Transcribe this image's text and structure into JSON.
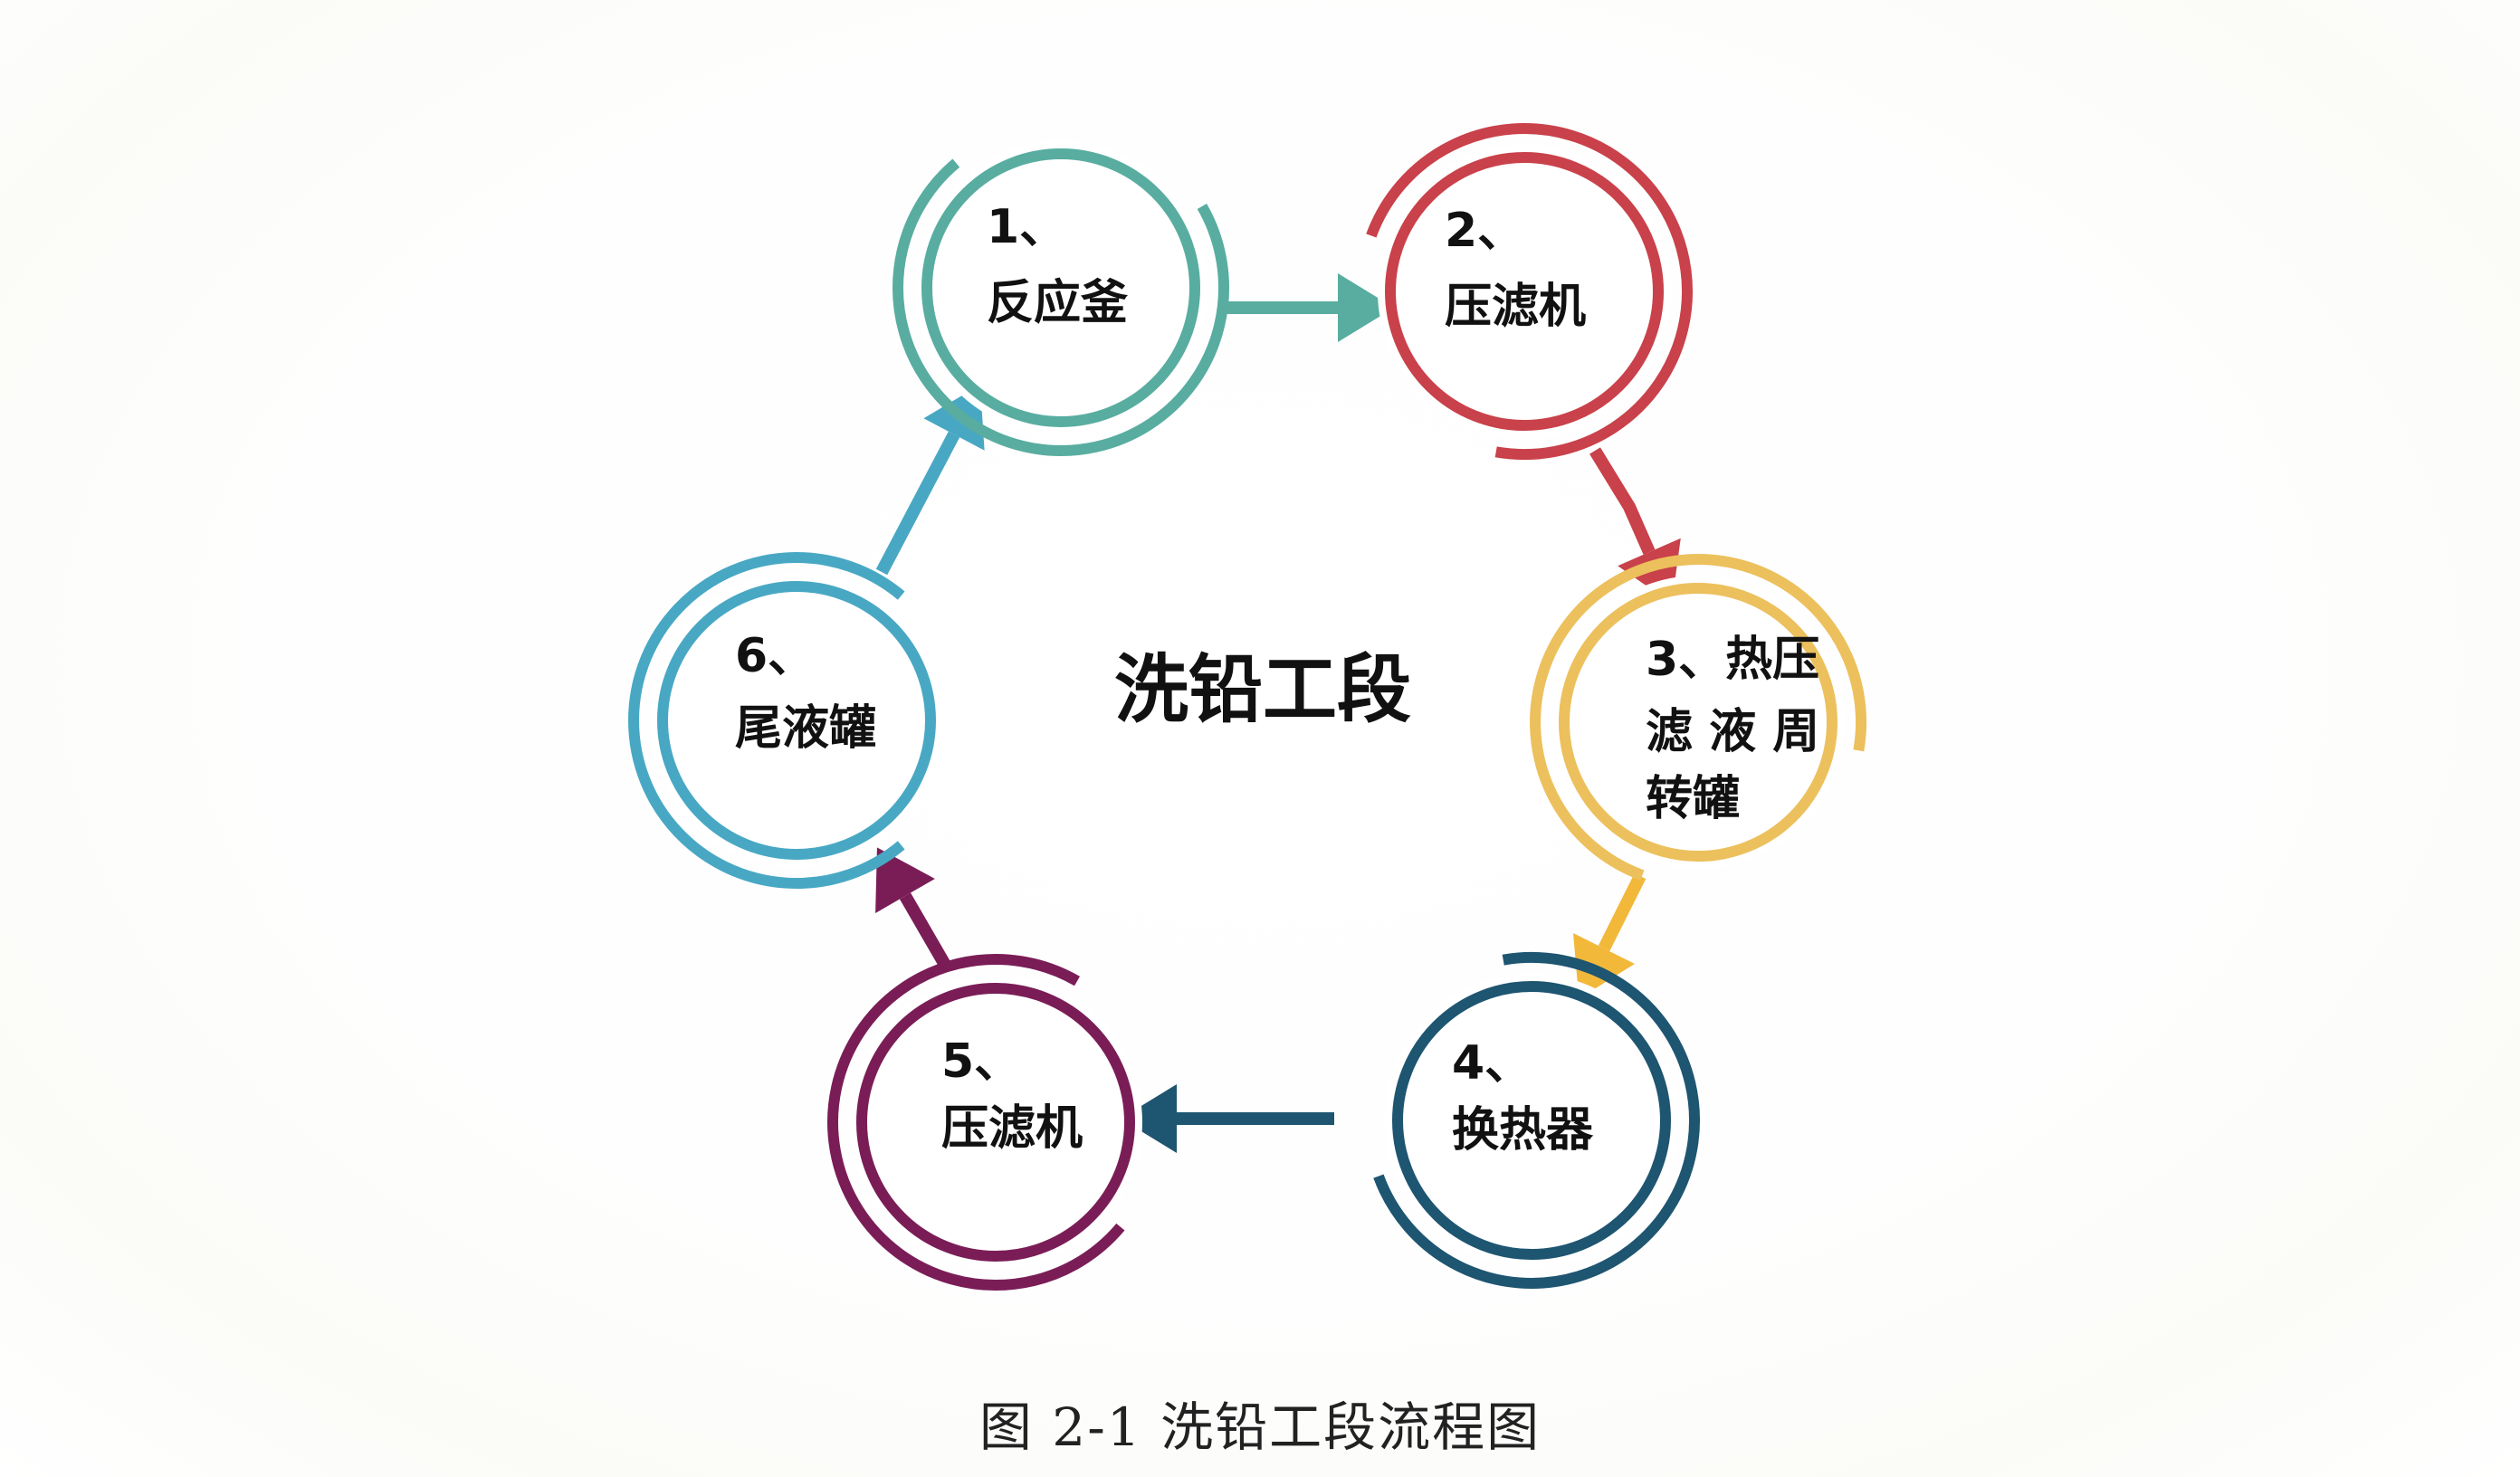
{
  "center_title": "洗铅工段",
  "caption": "图 2-1 洗铅工段流程图",
  "nodes": [
    {
      "id": "node-1",
      "lines": [
        "1、",
        "反应釜"
      ],
      "color": "#58ADA0"
    },
    {
      "id": "node-2",
      "lines": [
        "2、",
        "压滤机"
      ],
      "color": "#C9414A"
    },
    {
      "id": "node-3",
      "lines": [
        "3、热压",
        "滤 液 周",
        "转罐"
      ],
      "color": "#ECC05C"
    },
    {
      "id": "node-4",
      "lines": [
        "4、",
        "换热器"
      ],
      "color": "#1E5571"
    },
    {
      "id": "node-5",
      "lines": [
        "5、",
        "压滤机"
      ],
      "color": "#7A1D57"
    },
    {
      "id": "node-6",
      "lines": [
        "6、",
        "尾液罐"
      ],
      "color": "#48A8C4"
    }
  ],
  "arrows": [
    {
      "from": "node-1",
      "to": "node-2",
      "color": "#58ADA0"
    },
    {
      "from": "node-2",
      "to": "node-3",
      "color": "#C9414A"
    },
    {
      "from": "node-3",
      "to": "node-4",
      "color": "#F2B83A"
    },
    {
      "from": "node-4",
      "to": "node-5",
      "color": "#1E5571"
    },
    {
      "from": "node-5",
      "to": "node-6",
      "color": "#7A1D57"
    },
    {
      "from": "node-6",
      "to": "node-1",
      "color": "#48A8C4"
    }
  ]
}
